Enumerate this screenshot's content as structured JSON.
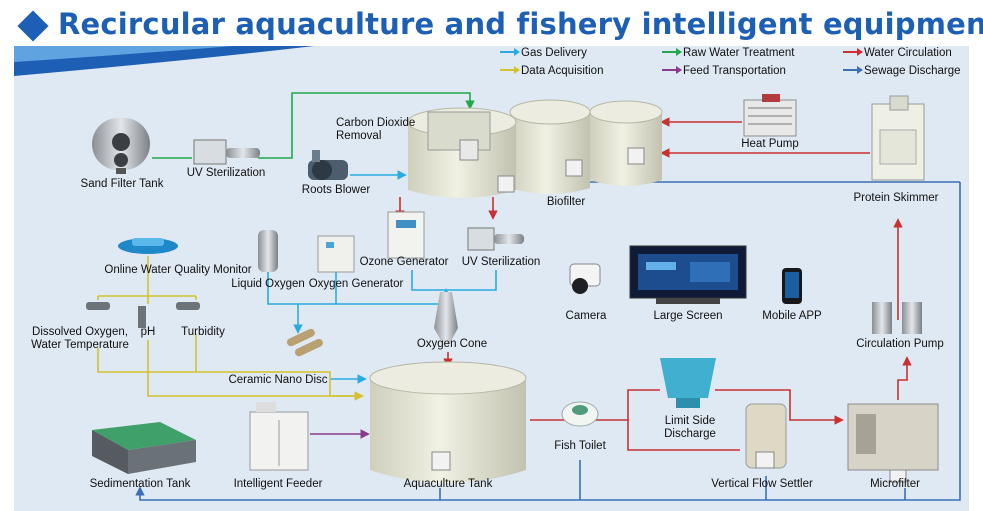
{
  "title": "Recircular aquaculture and fishery intelligent equipment",
  "legend": [
    {
      "label": "Gas Delivery",
      "color": "#29abe2"
    },
    {
      "label": "Raw Water Treatment",
      "color": "#22a84a"
    },
    {
      "label": "Water Circulation",
      "color": "#c8312f"
    },
    {
      "label": "Data Acquisition",
      "color": "#d4c12c"
    },
    {
      "label": "Feed Transportation",
      "color": "#8b3a8f"
    },
    {
      "label": "Sewage Discharge",
      "color": "#3a6fb3"
    }
  ],
  "components": {
    "sand_filter_tank": "Sand Filter Tank",
    "uv_sterilization_1": "UV Sterilization",
    "carbon_dioxide_removal": "Carbon Dioxide\nRemoval",
    "roots_blower": "Roots Blower",
    "biofilter": "Biofilter",
    "heat_pump": "Heat Pump",
    "protein_skimmer": "Protein Skimmer",
    "online_monitor": "Online Water Quality Monitor",
    "liquid_oxygen": "Liquid Oxygen",
    "oxygen_generator": "Oxygen Generator",
    "ozone_generator": "Ozone Generator",
    "uv_sterilization_2": "UV Sterilization",
    "dissolved_oxygen": "Dissolved Oxygen,\nWater Temperature",
    "ph": "pH",
    "turbidity": "Turbidity",
    "oxygen_cone": "Oxygen Cone",
    "camera": "Camera",
    "large_screen": "Large Screen",
    "mobile_app": "Mobile APP",
    "circulation_pump": "Circulation Pump",
    "ceramic_nano_disc": "Ceramic Nano Disc",
    "limit_side_discharge": "Limit Side\nDischarge",
    "fish_toilet": "Fish Toilet",
    "sedimentation_tank": "Sedimentation Tank",
    "intelligent_feeder": "Intelligent Feeder",
    "aquaculture_tank": "Aquaculture Tank",
    "vertical_flow_settler": "Vertical Flow Settler",
    "microfilter": "Microfilter"
  }
}
